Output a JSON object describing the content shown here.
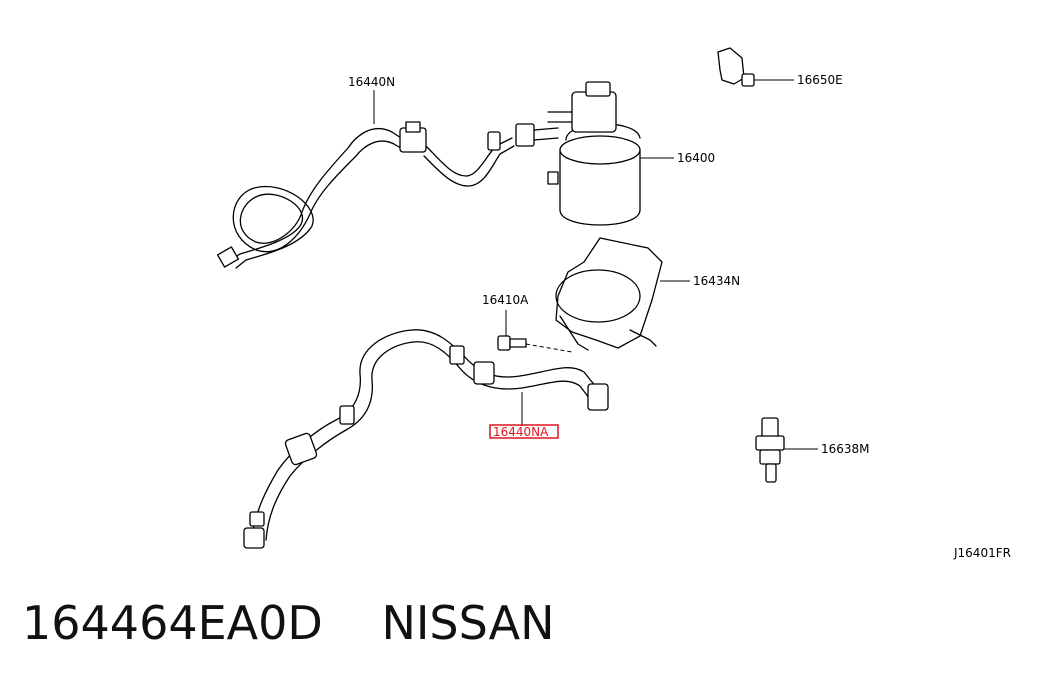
{
  "diagram": {
    "callouts": {
      "hose_upper": "16440N",
      "sensor_top": "16650E",
      "filter": "16400",
      "bracket": "16434N",
      "bolt": "16410A",
      "hose_lower": "16440NA",
      "sensor_bottom": "16638M"
    },
    "figure_code": "J16401FR",
    "highlight_color": "#e0141e"
  },
  "caption": {
    "part_number": "164464EA0D",
    "brand": "NISSAN"
  }
}
